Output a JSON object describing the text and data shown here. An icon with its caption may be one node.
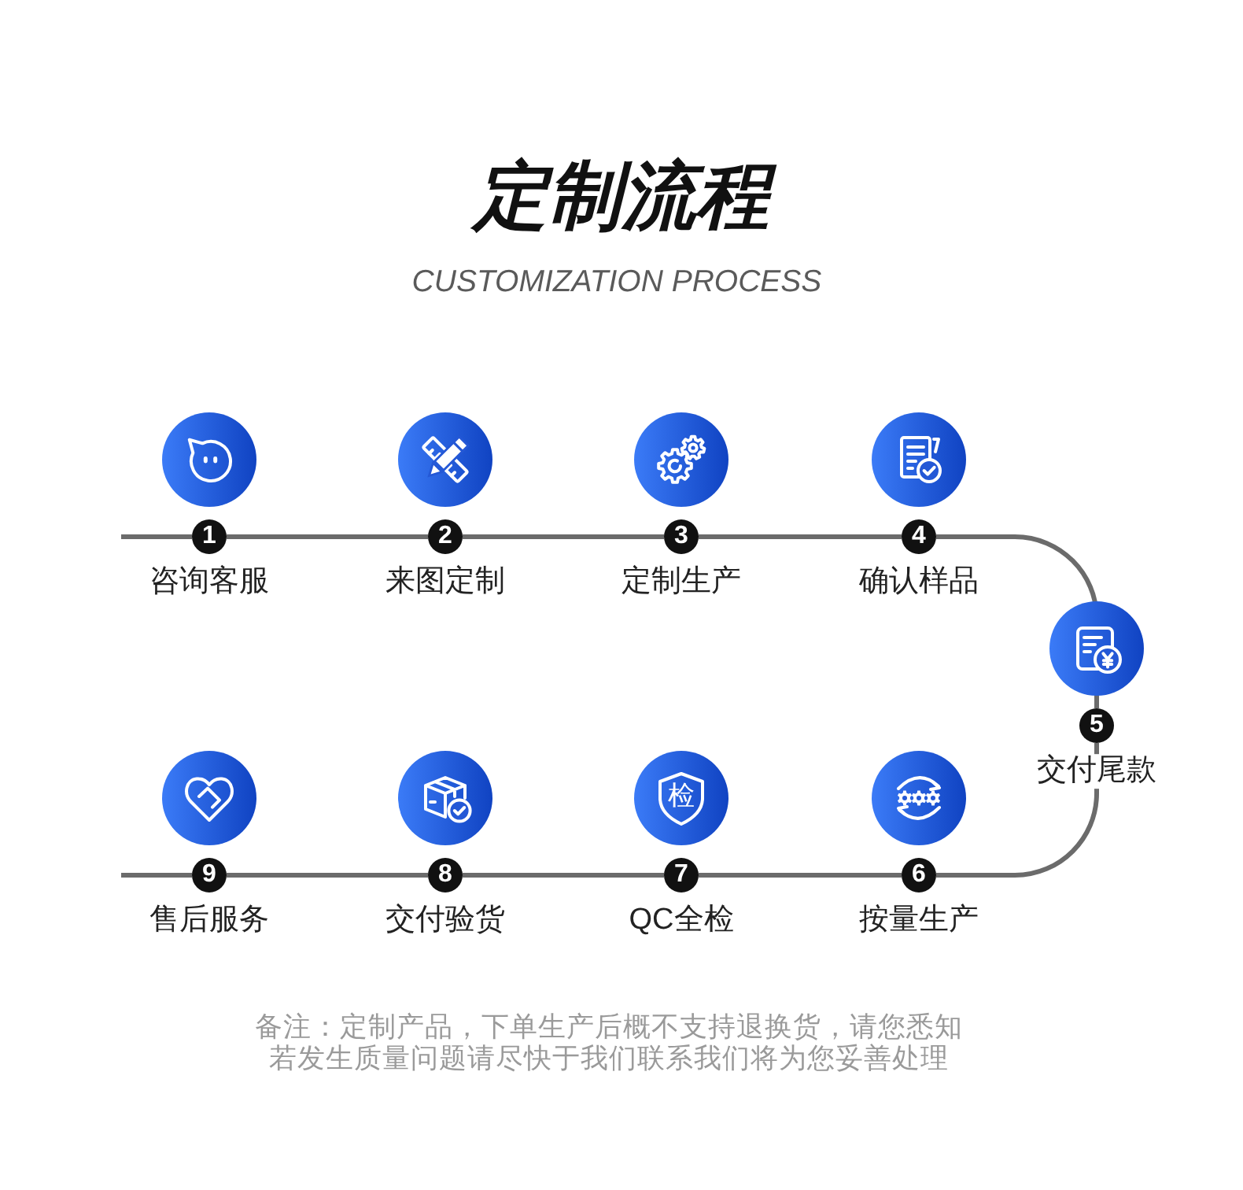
{
  "diagram": {
    "title": "定制流程",
    "nodes": [
      {
        "text": [
          "1"
        ],
        "beside": [
          "咨询客服"
        ]
      },
      {
        "text": [
          "2"
        ],
        "beside": [
          "来图定制"
        ]
      },
      {
        "text": [
          "3"
        ],
        "beside": [
          "定制生产"
        ]
      },
      {
        "text": [
          "4"
        ],
        "beside": [
          "确认样品"
        ]
      },
      {
        "text": [
          "5"
        ],
        "beside": [
          "交付尾款"
        ]
      },
      {
        "text": [
          "6"
        ],
        "beside": [
          "按量生产"
        ]
      },
      {
        "text": [
          "7"
        ],
        "beside": [
          "QC全检"
        ]
      },
      {
        "text": [
          "8"
        ],
        "beside": [
          "交付验货"
        ]
      },
      {
        "text": [
          "9"
        ],
        "beside": [
          "售后服务"
        ]
      }
    ],
    "edges": [
      {
        "from": null,
        "to": 0,
        "arrow": "none"
      },
      {
        "from": 0,
        "to": 1,
        "arrow": "none"
      },
      {
        "from": 1,
        "to": 2,
        "arrow": "none"
      },
      {
        "from": 2,
        "to": 3,
        "arrow": "none"
      },
      {
        "from": 3,
        "to": 4,
        "arrow": "none"
      },
      {
        "from": 4,
        "to": 5,
        "arrow": "none"
      },
      {
        "from": 5,
        "to": 6,
        "arrow": "none"
      },
      {
        "from": 6,
        "to": 7,
        "arrow": "none"
      },
      {
        "from": 7,
        "to": 8,
        "arrow": "none"
      },
      {
        "from": 8,
        "to": null,
        "arrow": "none"
      }
    ],
    "labels": [
      "CUSTOMIZATION PROCESS",
      "检",
      "备注：定制产品，下单生产后概不支持退换货，请您悉知若发生质量问题请尽快于我们联系我们将为您妥善处理"
    ]
  }
}
